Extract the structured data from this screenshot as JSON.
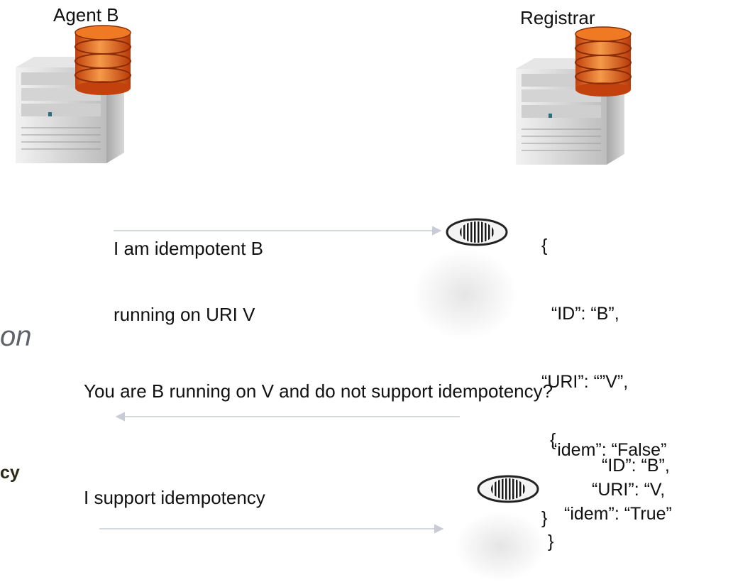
{
  "agent": {
    "title": "Agent B",
    "icon": "server-database-icon"
  },
  "registrar": {
    "title": "Registrar",
    "icon": "server-database-icon"
  },
  "messages": {
    "register": {
      "line1": "I am idempotent B",
      "line2": "running on URI V"
    },
    "query": "You are B running on V and do not support idempotency?",
    "confirm": "I support idempotency"
  },
  "record_before": {
    "open": "{",
    "id": "  “ID”: “B”,",
    "uri": "“URI”: “”V”,",
    "idem": "  “idem”: “False”",
    "close": "}"
  },
  "record_after": {
    "open": "{",
    "id": "“ID”: “B”,",
    "uri": "“URI”: “V,",
    "idem": "“idem”: “True”",
    "close": "}"
  },
  "background_fragments": {
    "italic": "on",
    "bold": "cy"
  },
  "colors": {
    "arrow": "#c9ccd6",
    "disk_orange": "#f07a23",
    "server_body": "#d9d9d9",
    "ghost_text": "#5f6268",
    "ghost_bold": "#2b2a12"
  }
}
